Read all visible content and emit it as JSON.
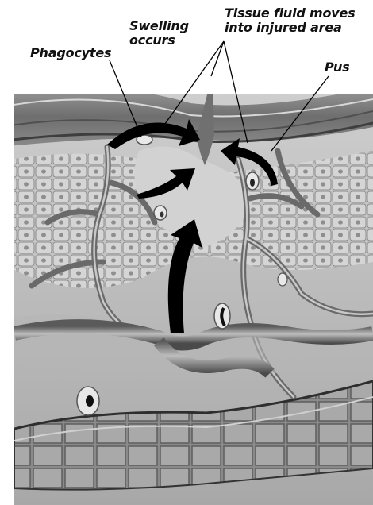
{
  "labels": {
    "phagocytes": "Phagocytes",
    "swelling": [
      "Swelling",
      "occurs"
    ],
    "tissue_fluid": [
      "Tissue fluid moves",
      "into injured area"
    ],
    "pus": "Pus"
  }
}
